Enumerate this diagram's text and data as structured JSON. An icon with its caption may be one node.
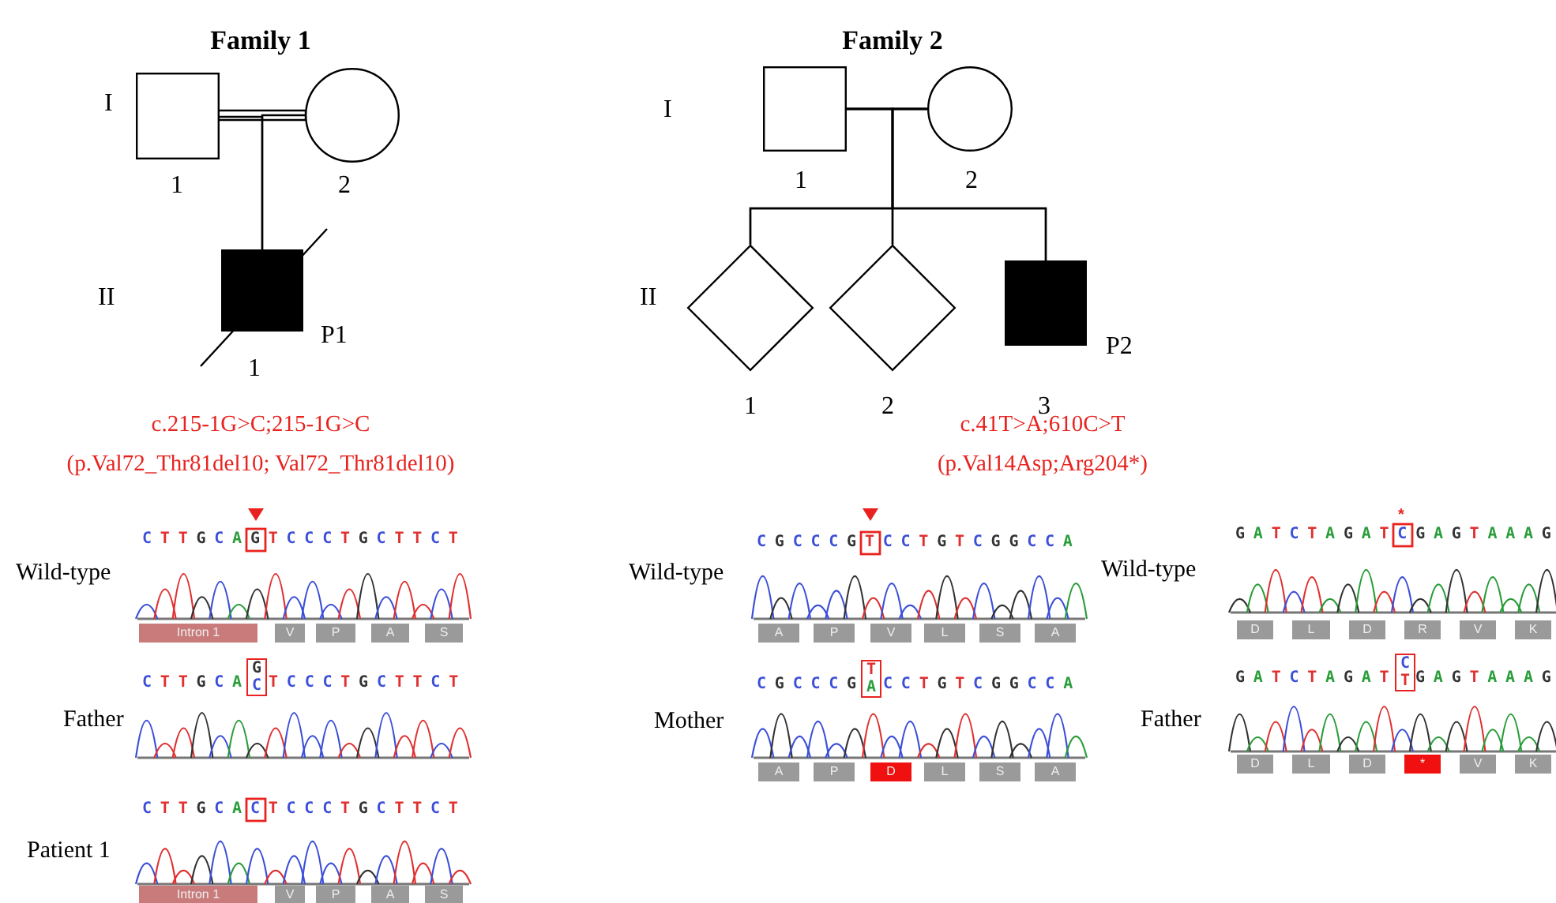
{
  "diagram": {
    "nodes": [
      {
        "text": [],
        "shape": "box",
        "beside": [
          "1"
        ]
      },
      {
        "text": [],
        "shape": "circle",
        "beside": [
          "2"
        ]
      },
      {
        "text": [],
        "shape": "box",
        "beside": [
          "P1",
          "1"
        ]
      },
      {
        "text": [],
        "shape": "box",
        "beside": [
          "1"
        ]
      },
      {
        "text": [],
        "shape": "circle",
        "beside": [
          "2"
        ]
      },
      {
        "text": [],
        "shape": "diamond",
        "beside": [
          "1"
        ]
      },
      {
        "text": [],
        "shape": "diamond",
        "beside": [
          "2"
        ]
      },
      {
        "text": [],
        "shape": "box",
        "beside": [
          "P2",
          "3"
        ]
      }
    ],
    "edges": [
      {
        "from": 0,
        "to": 1,
        "arrow": "none"
      },
      {
        "from": 0,
        "to": 2,
        "arrow": "none"
      },
      {
        "from": 1,
        "to": 2,
        "arrow": "none"
      },
      {
        "from": 3,
        "to": 4,
        "arrow": "none"
      },
      {
        "from": 3,
        "to": 5,
        "arrow": "none"
      },
      {
        "from": 3,
        "to": 6,
        "arrow": "none"
      },
      {
        "from": 3,
        "to": 7,
        "arrow": "none"
      },
      {
        "from": 4,
        "to": 5,
        "arrow": "none"
      },
      {
        "from": 4,
        "to": 6,
        "arrow": "none"
      },
      {
        "from": 4,
        "to": 7,
        "arrow": "none"
      }
    ],
    "labels": [
      "Family 1",
      "Family 2",
      "I",
      "I",
      "II",
      "II",
      "c.215-1G>C;215-1G>C",
      "(p.Val72_Thr81del10; Val72_Thr81del10)",
      "c.41T>A;610C>T",
      "(p.Val14Asp;Arg204*)",
      "Wild-type",
      "CTTGCAGTCCCTGCTTCT",
      "Wild-type",
      "CGCCCGTCCTGTCGGCCA",
      "Wild-type",
      "*",
      "GATCTAGATCGAGTAAAG",
      "Intron 1",
      "V",
      "P",
      "A",
      "S",
      "A",
      "P",
      "V",
      "L",
      "S",
      "A",
      "D",
      "L",
      "D",
      "R",
      "V",
      "K",
      "Father",
      "CTTGCA",
      "G C",
      "TCCCTGCTTCT",
      "Mother",
      "CGCCCG",
      "T A",
      "CCTGTCGGCCA",
      "Father",
      "GATCTAGAT",
      "C T",
      "GAGTAAAG",
      "A",
      "P",
      "D",
      "L",
      "S",
      "A",
      "D",
      "L",
      "D",
      "*",
      "V",
      "K",
      "Patient 1",
      "CTTGCACTCCCTGCTTCT",
      "Intron 1",
      "V",
      "P",
      "A",
      "S"
    ]
  }
}
